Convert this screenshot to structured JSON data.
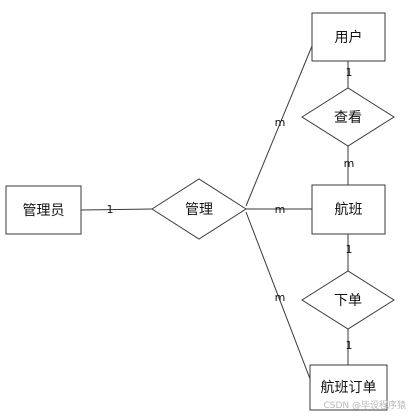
{
  "entities": {
    "admin": "管理员",
    "user": "用户",
    "flight": "航班",
    "flight_order": "航班订单"
  },
  "relationships": {
    "manage": "管理",
    "view": "查看",
    "order": "下单"
  },
  "cardinalities": {
    "admin_manage": "1",
    "manage_user": "m",
    "manage_flight": "m",
    "manage_order": "m",
    "user_view": "1",
    "view_flight": "m",
    "flight_order_rel": "1",
    "order_flightorder": "1"
  },
  "watermark": "CSDN @毕设程序猿"
}
